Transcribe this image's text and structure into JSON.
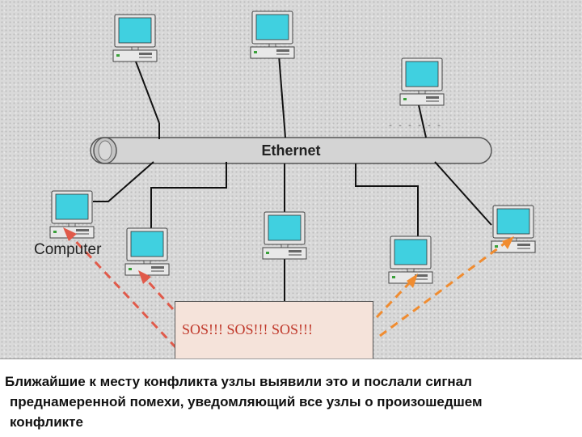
{
  "diagram": {
    "bus_label": "Ethernet",
    "computer_label": "Computer",
    "sos_text": "SOS!!! SOS!!! SOS!!!",
    "colors": {
      "screen": "#40d0e0",
      "monitor": "#e4e4e4",
      "bus": "#d4d4d4",
      "red_signal": "#e05a4a",
      "orange_signal": "#f08c30"
    }
  },
  "caption": {
    "line1": "Ближайшие к месту конфликта узлы выявили это и послали сигнал",
    "line2": "преднамеренной помехи, уведомляющий все узлы о произошедшем",
    "line3": "конфликте"
  }
}
